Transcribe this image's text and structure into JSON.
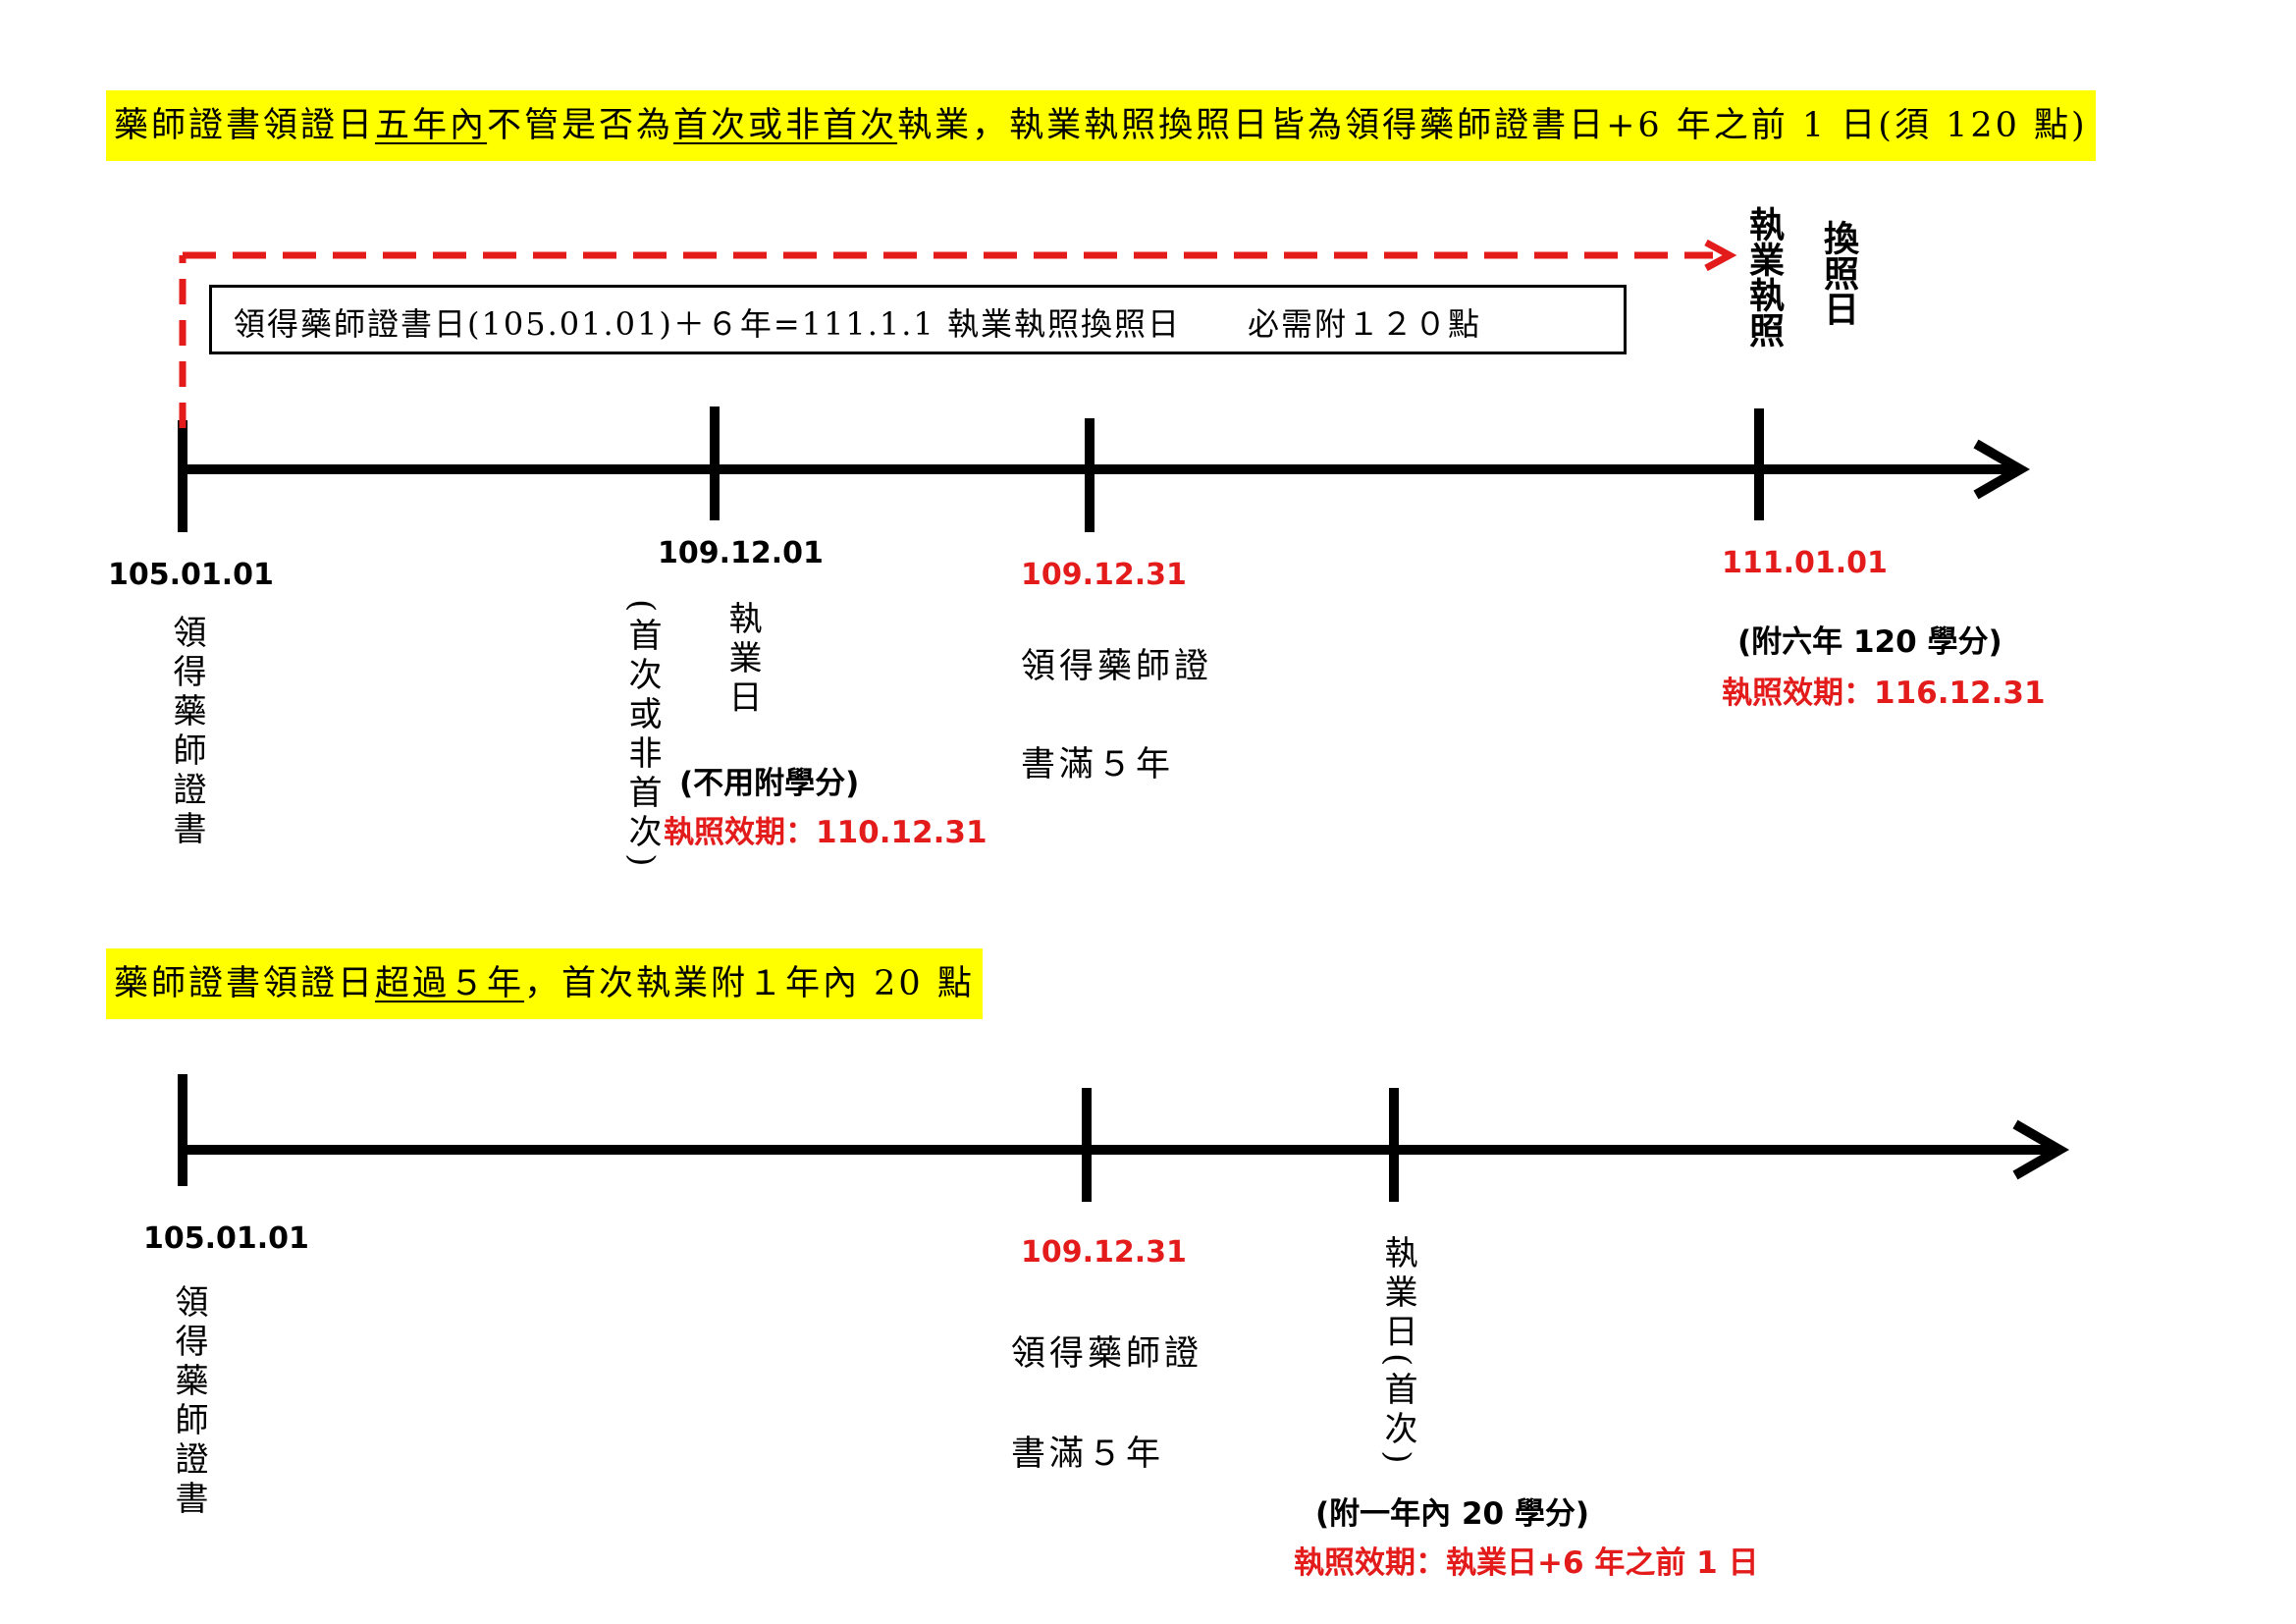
{
  "section1": {
    "banner": {
      "part1": "藥師證書領證日",
      "part2": "五年內",
      "part3": "不管是否為",
      "part4": "首次或非首次",
      "part5": "執業，執業執照換照日皆為領得藥師證書日+6 年之前 1 日(須 120 點)"
    },
    "box_text": "領得藥師證書日(105.01.01)＋６年=111.1.1 執業執照換照日　　必需附１２０點",
    "top_label_a": "執業執照",
    "top_label_b": "換照日",
    "ticks": [
      {
        "date": "105.01.01",
        "label": "領得藥師證書"
      },
      {
        "date": "109.12.01",
        "label_a": "(首次或非首次)",
        "label_b": "執業日",
        "note": "(不用附學分)",
        "validity": "執照效期：110.12.31"
      },
      {
        "date": "109.12.31",
        "line1": "領得藥師證",
        "line2": "書滿５年"
      },
      {
        "date": "111.01.01",
        "note": "(附六年 120 學分)",
        "validity": "執照效期：116.12.31"
      }
    ]
  },
  "section2": {
    "banner": {
      "part1": "藥師證書領證日",
      "part2": "超過５年",
      "part3": "，首次執業附１年內 20 點"
    },
    "ticks": [
      {
        "date": "105.01.01",
        "label": "領得藥師證書"
      },
      {
        "date": "109.12.31",
        "line1": "領得藥師證",
        "line2": "書滿５年"
      },
      {
        "label": "執業日(首次)",
        "note": "(附一年內 20 學分)",
        "validity": "執照效期：執業日+6 年之前 1 日"
      }
    ]
  },
  "colors": {
    "highlight": "#ffff00",
    "accent_red": "#e31b1b",
    "line": "#000000"
  }
}
